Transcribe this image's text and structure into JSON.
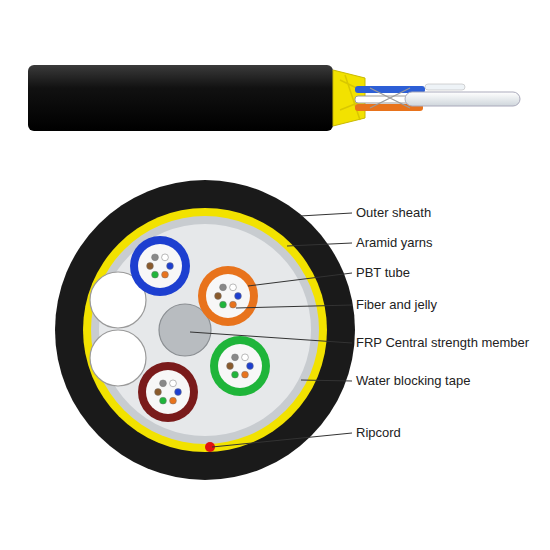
{
  "diagram": {
    "labels": [
      "Outer sheath",
      "Aramid yarns",
      "PBT tube",
      "Fiber and jelly",
      "FRP Central strength member",
      "Water blocking tape",
      "Ripcord"
    ]
  }
}
